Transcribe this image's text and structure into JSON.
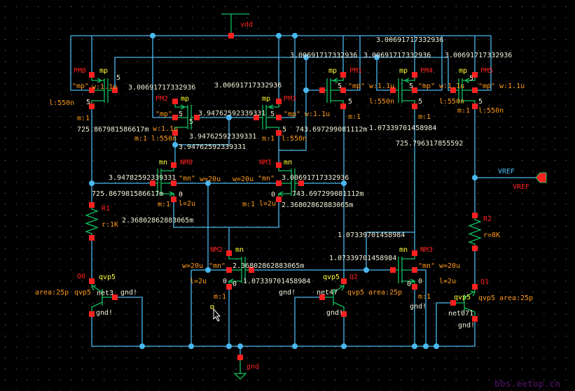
{
  "schematic": {
    "vdd_label": "vdd",
    "gnd_label": "gnd",
    "vref_wire_label": "VREF",
    "vref_pin_label": "VREF",
    "watermark": "bbs.eetop.cn",
    "colors": {
      "background": "#000000",
      "wire": "#4ab8f0",
      "symbol": "#10c060",
      "pin": "#ff2020",
      "instance_name": "#ff2020",
      "cell_name": "#ffff33",
      "parameter": "#ff9a1a",
      "op_value": "#f2f0d8"
    }
  },
  "devices": {
    "PM0": {
      "name": "PM0",
      "cell": "mp",
      "model": "\"mp\"",
      "w": "w:1.1u",
      "l": "l:550n",
      "m": "m:1",
      "t": [
        "5",
        "5"
      ],
      "op": [
        "3.00691717332936",
        "725.867981586617m"
      ]
    },
    "PM1": {
      "name": "PM1",
      "cell": "mp",
      "model": "\"mp\"",
      "w": "w:1.1u",
      "l": "l:550n",
      "m": "m:1",
      "t": [
        "5",
        "5"
      ],
      "op": [
        "3.00691717332936",
        "3.00691717332936",
        "1.07339701458984"
      ]
    },
    "PM2": {
      "name": "PM2",
      "cell": "mp",
      "model": "\"mp\"",
      "w": "w:1.1u",
      "l": "l:550n",
      "m": "m:1",
      "t": [
        "5",
        "5"
      ],
      "op": [
        "3.94762592339331",
        "3.94762592339331",
        "3.94762592339331",
        "3.00691717332936"
      ]
    },
    "PM3": {
      "name": "PM3",
      "cell": "mp",
      "model": "\"mp\"",
      "w": "w:1.1u",
      "l": "l:550n",
      "m": "m:1",
      "t": [
        "5",
        "5"
      ],
      "op": [
        "743.697299081112m"
      ]
    },
    "PM4": {
      "name": "PM4",
      "cell": "mp",
      "model": "\"mp\"",
      "w": "w:1.1u",
      "l": "l:550n",
      "m": "m:1",
      "t": [
        "5",
        "5"
      ],
      "op": [
        "3.00691717332936"
      ]
    },
    "PM5": {
      "name": "PM5",
      "cell": "mp",
      "model": "\"mp\"",
      "w": "w:1.1u",
      "l": "l:550n",
      "m": "m:1",
      "t": [
        "5",
        "5"
      ],
      "op": [
        "3.00691717332936",
        "725.796317855592"
      ]
    },
    "NM0": {
      "name": "NM0",
      "cell": "mn",
      "model": "\"mn\"",
      "w": "w=20u",
      "l": "l=2u",
      "m": "m:1",
      "t": [
        "0"
      ],
      "op": [
        "3.94782592339331",
        "725.867981586617m",
        "2.36802862883065m"
      ]
    },
    "NM1": {
      "name": "NM1",
      "cell": "mn",
      "model": "\"mn\"",
      "w": "w=20u",
      "l": "l=2u",
      "m": "m:1",
      "t": [
        "0"
      ],
      "op": [
        "3.00691717332936",
        "743.697299081112m",
        "2.36802862883065m"
      ]
    },
    "NM2": {
      "name": "NM2",
      "cell": "mn",
      "model": "\"mn\"",
      "w": "w=20u",
      "l": "l=2u",
      "m": "m:1",
      "t": [
        "0",
        "0"
      ],
      "op": [
        "2.36802862883065m",
        "1.07339701458984"
      ]
    },
    "NM3": {
      "name": "NM3",
      "cell": "mn",
      "model": "\"mn\"",
      "w": "w=20u",
      "l": "l=2u",
      "m": "m:1",
      "t": [
        "0",
        "0"
      ],
      "op": [
        "1.07339701458984",
        "1.07339701458984"
      ]
    },
    "R1": {
      "name": "R1",
      "value": "r:1K"
    },
    "R2": {
      "name": "R2",
      "value": "r=8K"
    },
    "Q0": {
      "name": "Q0",
      "cell": "qvp5",
      "model": "qvp5",
      "area": "area:25p",
      "net": "net3",
      "base_net": "gnd!",
      "emitter_net": "gnd!"
    },
    "Q1": {
      "name": "Q1",
      "cell": "qvp5",
      "model": "qvp5",
      "area": "area:25p",
      "net": "net071",
      "base_net": "gnd!",
      "emitter_net": "gnd!"
    },
    "Q2": {
      "name": "Q2",
      "cell": "qvp5",
      "model": "qvp5",
      "area": "area:25p",
      "net": "net47",
      "base_net": "gnd!",
      "emitter_net": "gnd!"
    }
  }
}
